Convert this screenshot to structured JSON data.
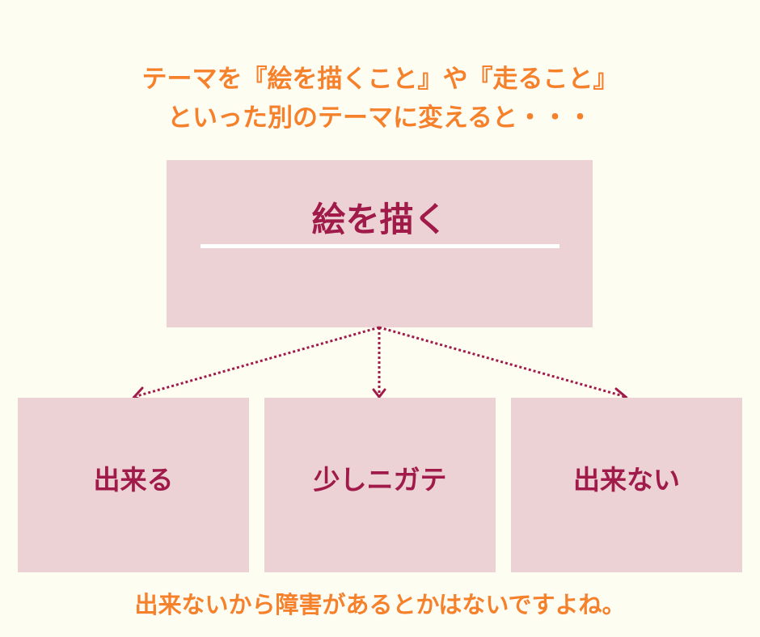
{
  "heading": {
    "line1": "テーマを『絵を描くこと』や『走ること』",
    "line2": "といった別のテーマに変えると・・・"
  },
  "theme": {
    "label": "絵を描く"
  },
  "options": [
    {
      "label": "出来る"
    },
    {
      "label": "少しニガテ"
    },
    {
      "label": "出来ない"
    }
  ],
  "footer": {
    "text": "出来ないから障害があるとかはないですよね。"
  },
  "colors": {
    "background": "#fefdf2",
    "box_fill": "#ecd2d4",
    "label_text": "#a01b4a",
    "heading_text": "#f5822a",
    "arrow": "#a01b4a",
    "underline": "#ffffff"
  }
}
